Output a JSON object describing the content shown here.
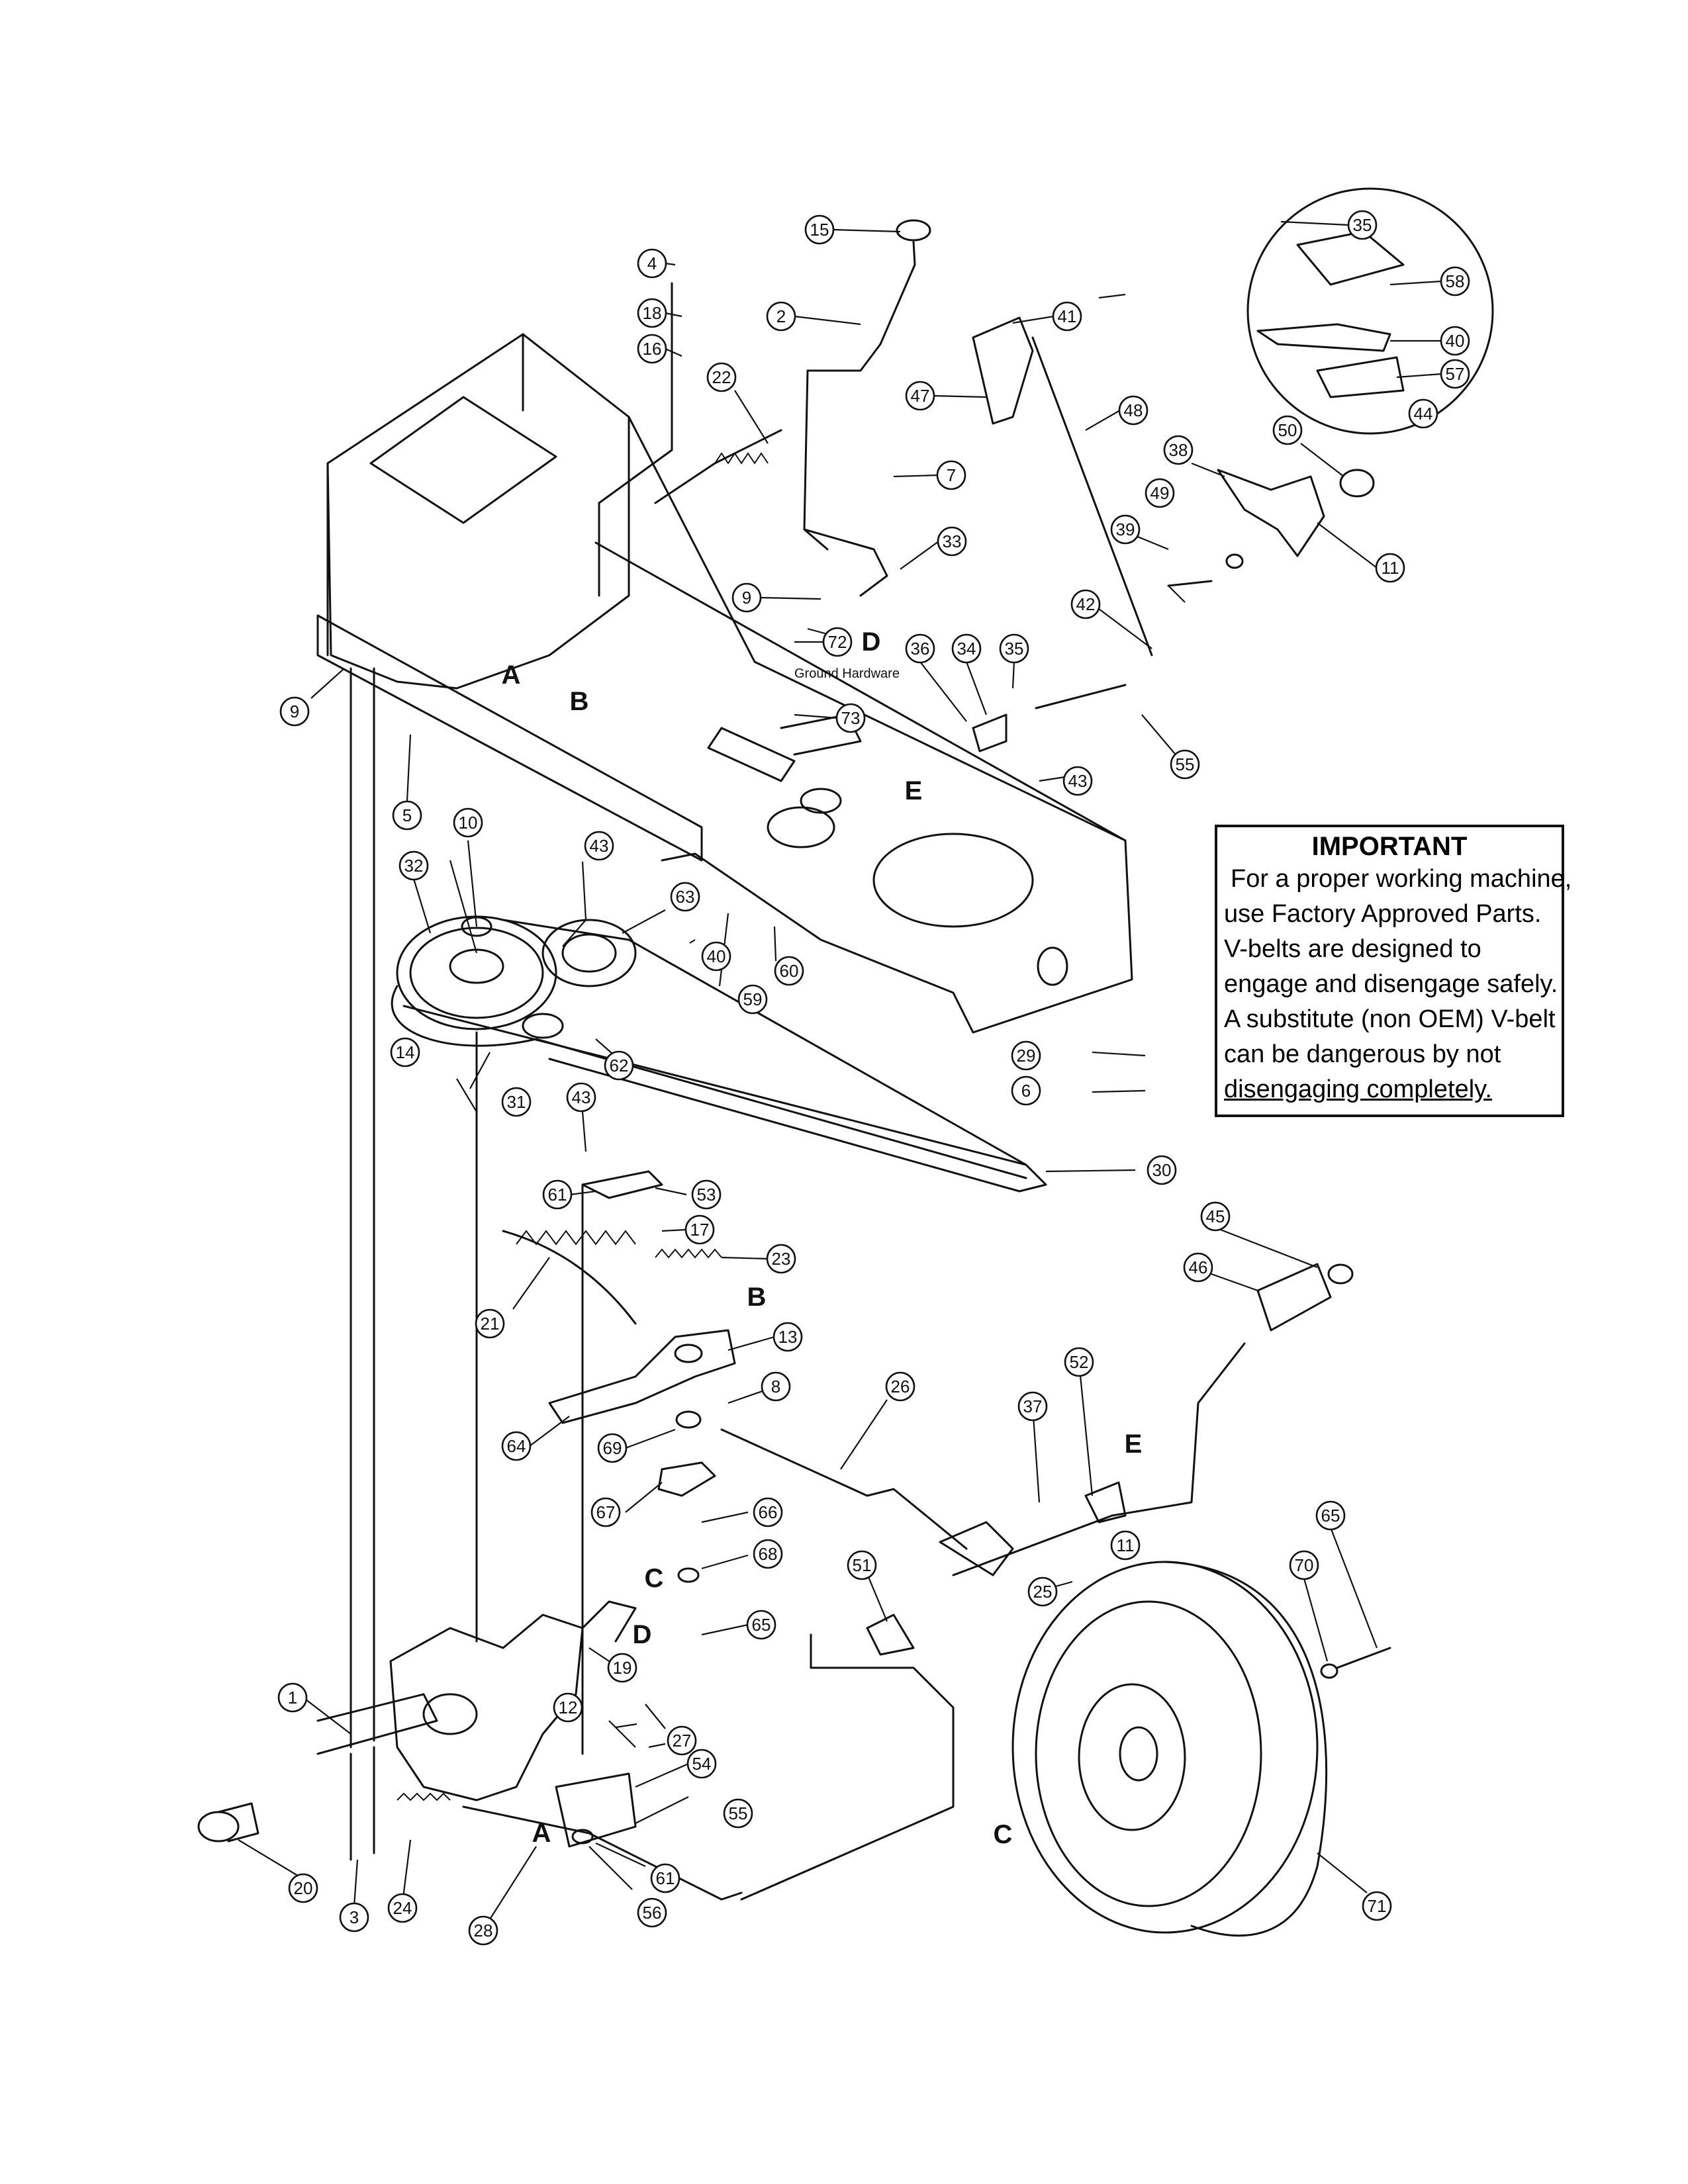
{
  "diagram": {
    "ground_hardware_label": "Ground Hardware",
    "reference_letters": [
      "A",
      "B",
      "C",
      "D",
      "E"
    ],
    "callouts": [
      "1",
      "2",
      "3",
      "4",
      "5",
      "6",
      "7",
      "8",
      "9",
      "10",
      "11",
      "12",
      "13",
      "14",
      "15",
      "16",
      "17",
      "18",
      "19",
      "20",
      "21",
      "22",
      "23",
      "24",
      "25",
      "26",
      "27",
      "28",
      "29",
      "30",
      "31",
      "32",
      "33",
      "34",
      "35",
      "36",
      "37",
      "38",
      "39",
      "40",
      "41",
      "42",
      "43",
      "44",
      "45",
      "46",
      "47",
      "48",
      "49",
      "50",
      "51",
      "52",
      "53",
      "54",
      "55",
      "56",
      "57",
      "58",
      "59",
      "60",
      "61",
      "62",
      "63",
      "64",
      "65",
      "66",
      "67",
      "68",
      "69",
      "70",
      "71",
      "72",
      "73"
    ]
  },
  "important_notice": {
    "title": "IMPORTANT",
    "lines": [
      "For a proper working machine,",
      "use Factory Approved Parts.",
      "V-belts are designed to",
      "engage and disengage safely.",
      "A substitute (non OEM) V-belt",
      "can be dangerous by not",
      "disengaging completely."
    ]
  }
}
